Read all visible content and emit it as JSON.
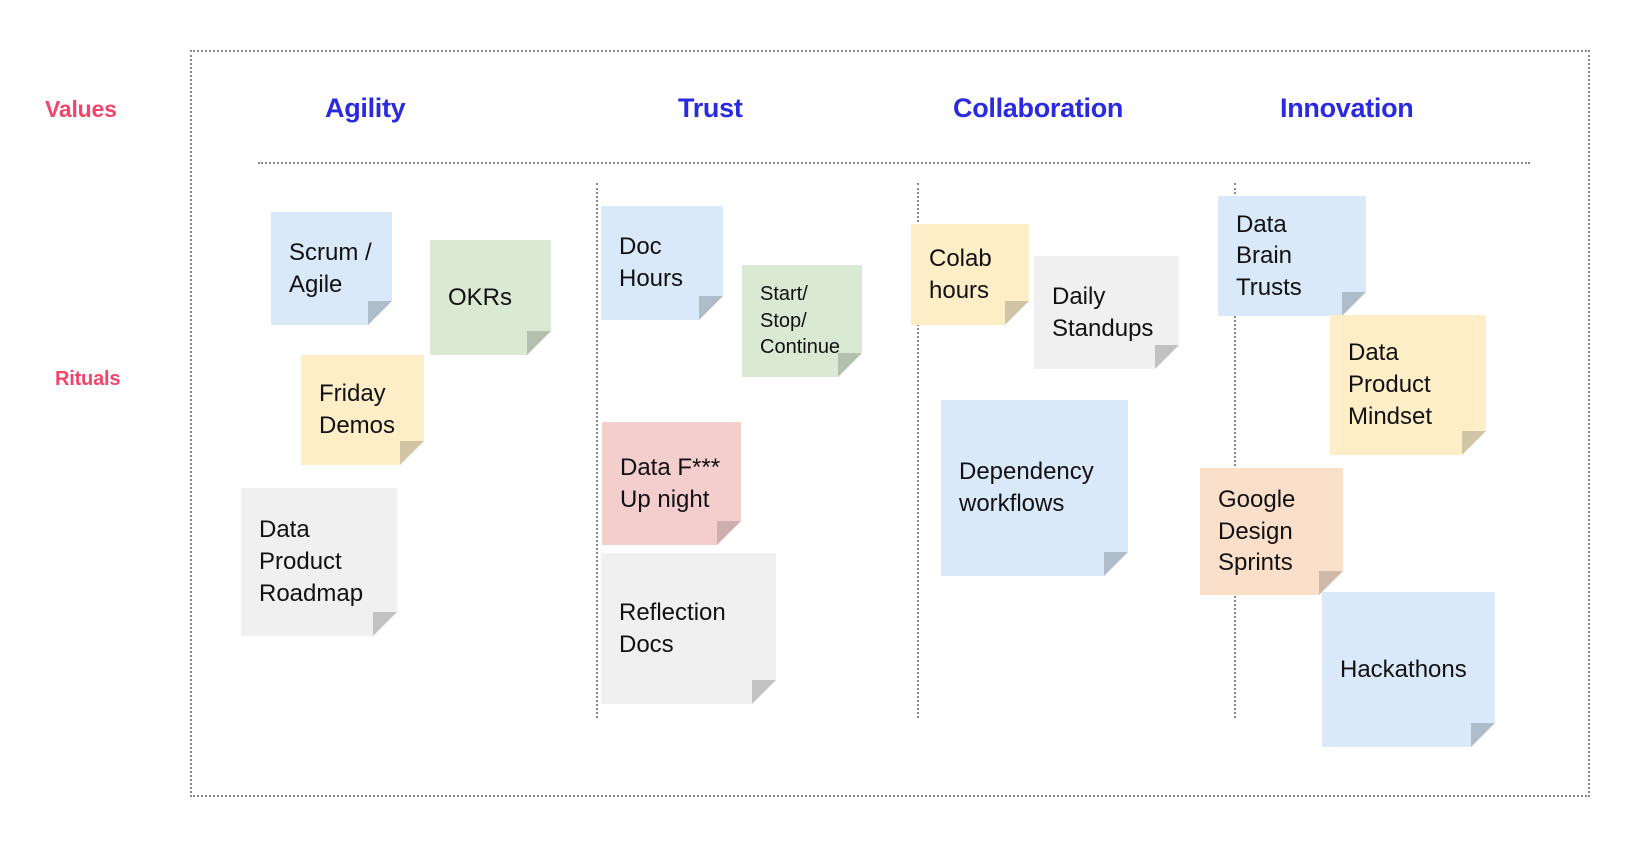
{
  "board": {
    "row_labels": [
      {
        "id": "values",
        "label": "Values"
      },
      {
        "id": "rituals",
        "label": "Rituals"
      }
    ],
    "accent_colors": {
      "row_label": "#f2456b",
      "column_header": "#2a2ae0",
      "frame_dots": "#8a8a8a",
      "note_text": "#111111",
      "background": "#ffffff"
    },
    "columns": [
      {
        "id": "agility",
        "label": "Agility"
      },
      {
        "id": "trust",
        "label": "Trust"
      },
      {
        "id": "collaboration",
        "label": "Collaboration"
      },
      {
        "id": "innovation",
        "label": "Innovation"
      }
    ],
    "notes": [
      {
        "id": "scrum-agile",
        "column": "agility",
        "text": "Scrum /\nAgile",
        "color": "blue"
      },
      {
        "id": "okrs",
        "column": "agility",
        "text": "OKRs",
        "color": "green"
      },
      {
        "id": "friday-demos",
        "column": "agility",
        "text": "Friday\nDemos",
        "color": "yellow"
      },
      {
        "id": "data-product-roadmap",
        "column": "agility",
        "text": "Data\nProduct\nRoadmap",
        "color": "gray"
      },
      {
        "id": "doc-hours",
        "column": "trust",
        "text": "Doc\nHours",
        "color": "blue"
      },
      {
        "id": "start-stop-continue",
        "column": "trust",
        "text": "Start/\nStop/\nContinue",
        "color": "green"
      },
      {
        "id": "data-f-up-night",
        "column": "trust",
        "text": "Data F***\nUp night",
        "color": "pink"
      },
      {
        "id": "reflection-docs",
        "column": "trust",
        "text": "Reflection\nDocs",
        "color": "gray"
      },
      {
        "id": "colab-hours",
        "column": "collaboration",
        "text": "Colab\nhours",
        "color": "yellow"
      },
      {
        "id": "daily-standups",
        "column": "collaboration",
        "text": "Daily\nStandups",
        "color": "gray"
      },
      {
        "id": "dependency-workflows",
        "column": "collaboration",
        "text": "Dependency\nworkflows",
        "color": "blue"
      },
      {
        "id": "data-brain-trusts",
        "column": "innovation",
        "text": "Data\nBrain\nTrusts",
        "color": "blue"
      },
      {
        "id": "data-product-mindset",
        "column": "innovation",
        "text": "Data\nProduct\nMindset",
        "color": "yellow"
      },
      {
        "id": "google-design-sprints",
        "column": "innovation",
        "text": "Google\nDesign\nSprints",
        "color": "peach"
      },
      {
        "id": "hackathons",
        "column": "innovation",
        "text": "Hackathons",
        "color": "blue"
      }
    ]
  }
}
